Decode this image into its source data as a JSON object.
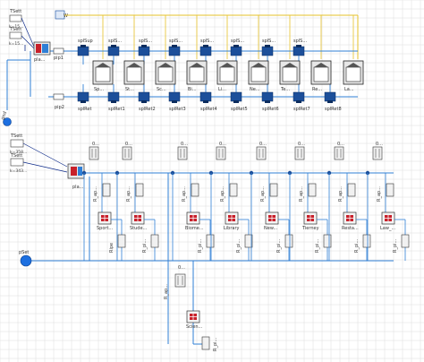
{
  "colors": {
    "grid": "#d6d6d6",
    "background": "#ffffff",
    "signal": "#0f2c8a",
    "fluid": "#2f7fd6",
    "heat": "#e6c228",
    "accent_red": "#c8202a",
    "port_blue": "#1c6fe0"
  },
  "upper": {
    "tset_labels": [
      "TSett",
      "TSett"
    ],
    "tset_values": [
      "k=15...",
      "k=15..."
    ],
    "pump_label": "pla...",
    "pipe1_label": "pip1",
    "pipe2_label": "pip2",
    "weather_label": "W",
    "splitter_sup_labels": [
      "splSup",
      "splS...",
      "splS...",
      "splS...",
      "splS...",
      "splS...",
      "splS...",
      "splS..."
    ],
    "splitter_ret_labels": [
      "splRet",
      "splRet1",
      "splRet2",
      "splRet3",
      "splRet4",
      "splRet5",
      "splRet6",
      "splRet7",
      "splRet8"
    ],
    "building_labels": [
      "Sp...",
      "St...",
      "Sc...",
      "Bi...",
      "Li...",
      "Ne...",
      "Te...",
      "Re...",
      "La..."
    ],
    "side_label": "gnd"
  },
  "lower": {
    "tset_labels": [
      "TSett",
      "TSett"
    ],
    "tset_values": [
      "k=358...",
      "k=343..."
    ],
    "pump_label": "pla...",
    "top_labels": [
      "0...",
      "0...",
      "0...",
      "0...",
      "0...",
      "0...",
      "0...",
      "0...",
      "0..."
    ],
    "pipe_side_labels": [
      "R_ap...",
      "R_ap...",
      "R_ap...",
      "R_ap...",
      "R_ap...",
      "R_ap...",
      "R_ap...",
      "R_ap...",
      "R_ap..."
    ],
    "building_labels": [
      "Sport...",
      "Stude...",
      "Biome...",
      "Library",
      "New...",
      "Tierney",
      "Resta...",
      "Law_..."
    ],
    "bottom_pipe_labels": [
      "Ripe",
      "R_pi...",
      "R_pi...",
      "R_pi...",
      "R_pi...",
      "R_pi...",
      "R_pi...",
      "R_pi..."
    ],
    "source_label": "pSet",
    "extra_top_label": "0...",
    "extra_side_label": "R_ap...",
    "extra_building_label": "Scien...",
    "extra_bottom_label": "R_pi..."
  }
}
